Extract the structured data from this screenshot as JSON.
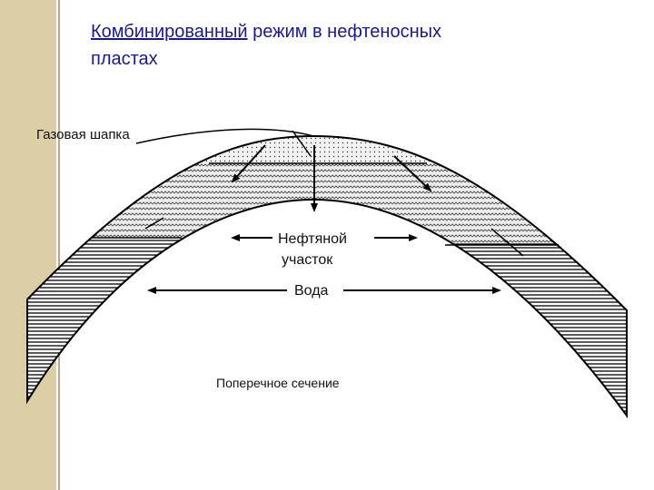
{
  "title": {
    "part1": "Комбинированный",
    "part2": " режим  в нефтеносных",
    "part3": "пластах"
  },
  "labels": {
    "gas_cap": "Газовая шапка",
    "oil_line1": "Нефтяной",
    "oil_line2": "участок",
    "water": "Вода",
    "cross_section": "Поперечное сечение"
  },
  "colors": {
    "side_strip": "#dccfa6",
    "title_text": "#1a1a8c",
    "outline": "#000000",
    "gas_fill": "#f2f2f2",
    "oil_fill": "#e9e9e9"
  }
}
